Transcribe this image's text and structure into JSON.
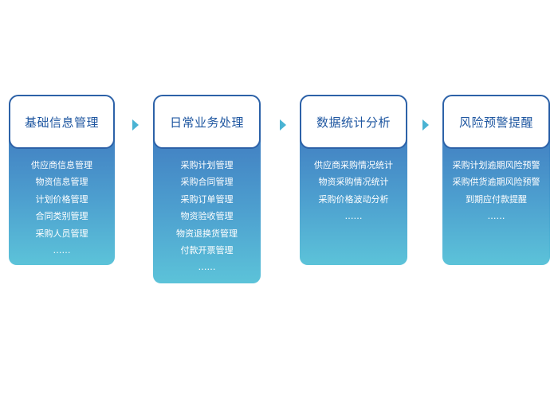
{
  "modules": [
    {
      "title": "基础信息管理",
      "items": [
        "供应商信息管理",
        "物资信息管理",
        "计划价格管理",
        "合同类别管理",
        "采购人员管理",
        "……"
      ]
    },
    {
      "title": "日常业务处理",
      "items": [
        "采购计划管理",
        "采购合同管理",
        "采购订单管理",
        "物资验收管理",
        "物资退换货管理",
        "付款开票管理",
        "……"
      ]
    },
    {
      "title": "数据统计分析",
      "items": [
        "供应商采购情况统计",
        "物资采购情况统计",
        "采购价格波动分析",
        "……"
      ]
    },
    {
      "title": "风险预警提醒",
      "items": [
        "采购计划逾期风险预警",
        "采购供货逾期风险预警",
        "到期应付款提醒",
        "……"
      ]
    }
  ],
  "colors": {
    "title_text": "#1e56a0",
    "header_border": "#2d62a8",
    "gradient_top": "#3f78bf",
    "gradient_bottom": "#5cc3d9",
    "arrow": "#4ab3d3"
  }
}
